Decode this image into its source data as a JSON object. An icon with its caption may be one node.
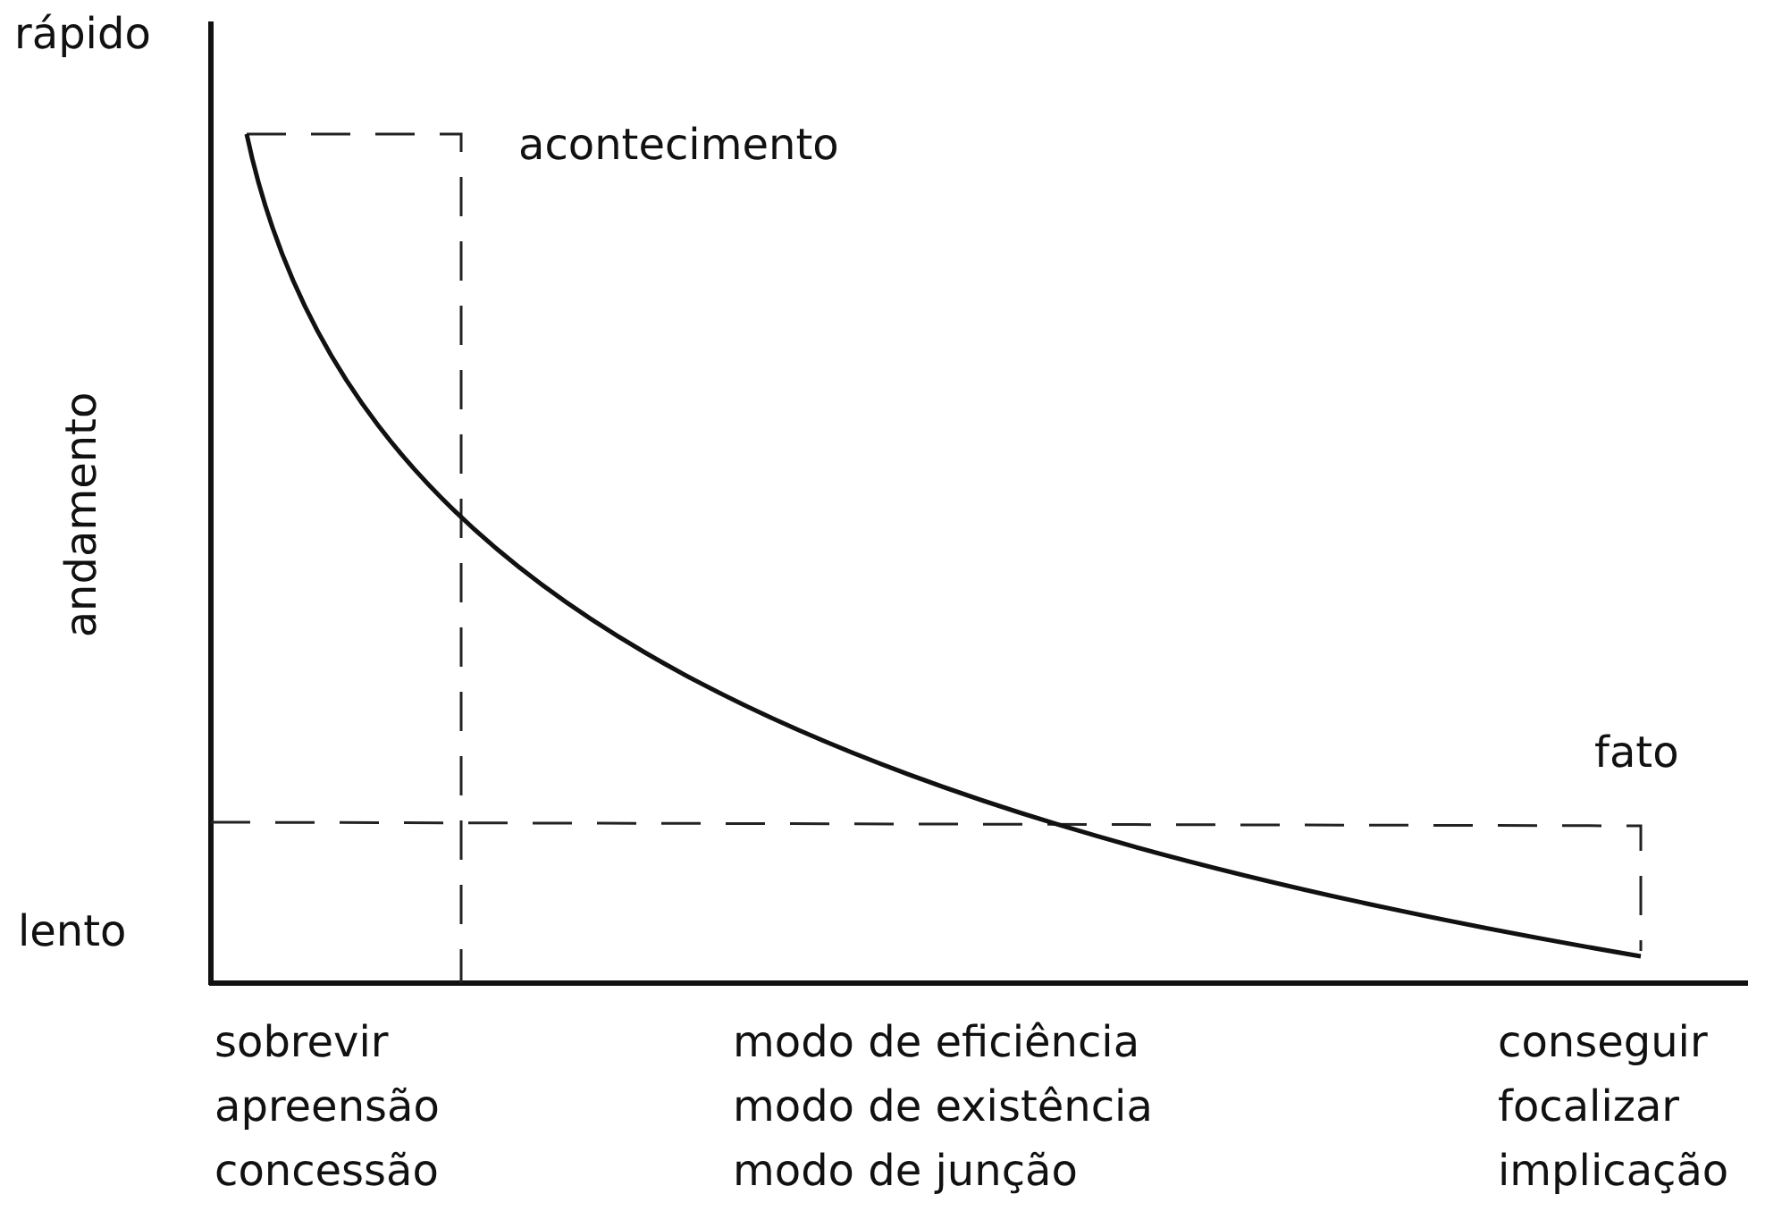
{
  "diagram": {
    "labels": [
      "rápido",
      "acontecimento",
      "andamento",
      "fato",
      "lento",
      "sobrevir",
      "modo de eficiência",
      "conseguir",
      "apreensão",
      "modo de existência",
      "focalizar",
      "concessão",
      "modo de junção",
      "implicação"
    ]
  }
}
